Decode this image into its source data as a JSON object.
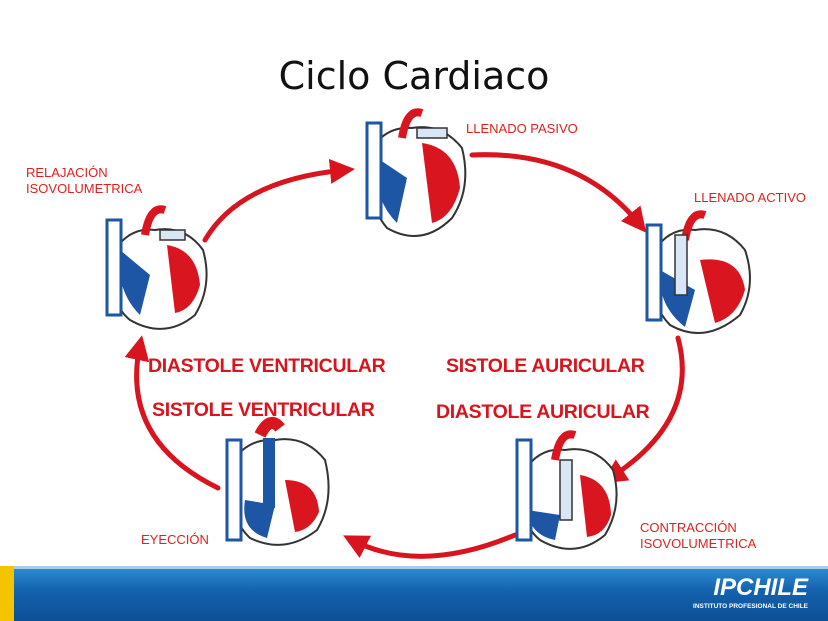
{
  "title": "Ciclo Cardiaco",
  "stages": {
    "llenado_pasivo": "LLENADO PASIVO",
    "llenado_activo": "LLENADO ACTIVO",
    "contraccion": "CONTRACCIÓN\nISOVOLUMETRICA",
    "eyeccion": "EYECCIÓN",
    "relajacion": "RELAJACIÓN\nISOVOLUMETRICA"
  },
  "phases": {
    "diastole_ventricular": "DIASTOLE VENTRICULAR",
    "sistole_ventricular": "SISTOLE VENTRICULAR",
    "sistole_auricular": "SISTOLE AURICULAR",
    "diastole_auricular": "DIASTOLE AURICULAR"
  },
  "footer": {
    "logo_main": "IPCHILE",
    "logo_sub": "INSTITUTO PROFESIONAL DE CHILE"
  },
  "colors": {
    "arrow": "#d8141f",
    "label": "#e02020",
    "heart_red": "#d9161f",
    "heart_blue": "#1c56a4",
    "footer_blue": "#1462ad",
    "accent_yellow": "#f4c400"
  }
}
